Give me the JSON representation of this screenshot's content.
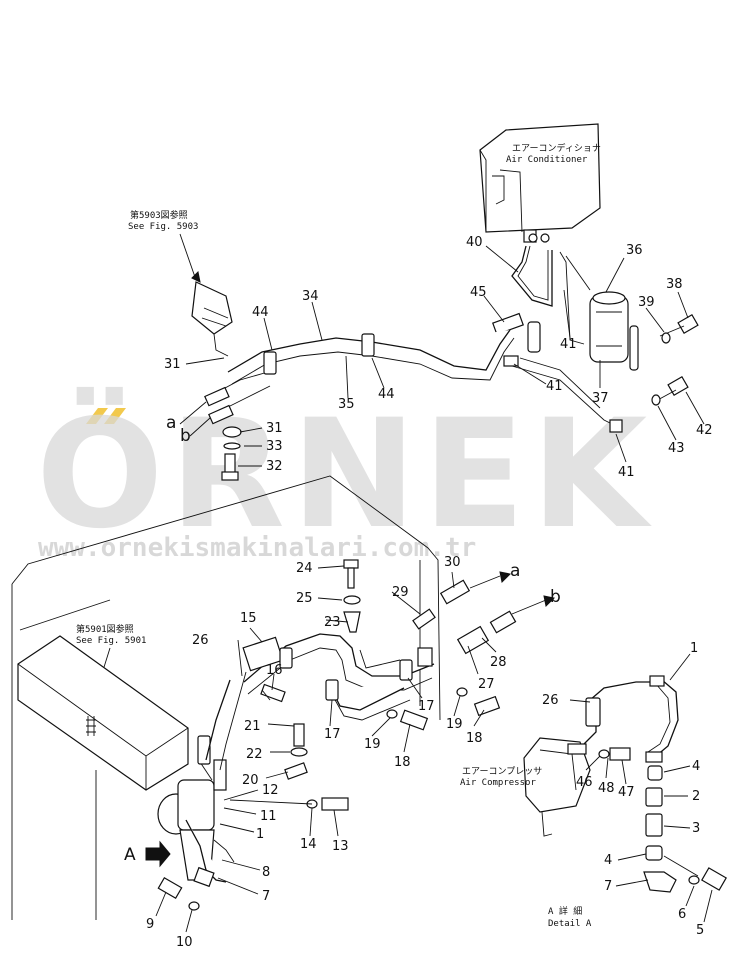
{
  "watermark": {
    "brand": "ÖRNEK",
    "url": "www.ornekismakinalari.com.tr",
    "accent_color": "#f2c94c"
  },
  "references": {
    "top_jp": "第5903図参照",
    "top_en": "See Fig. 5903",
    "left_jp": "第5901図参照",
    "left_en": "See Fig. 5901"
  },
  "components": {
    "air_conditioner_jp": "エアーコンディショナ",
    "air_conditioner_en": "Air Conditioner",
    "air_compressor_jp": "エアーコンプレッサ",
    "air_compressor_en": "Air Compressor",
    "detail_jp": "A 詳 細",
    "detail_en": "Detail A"
  },
  "connection_letters": {
    "a": "a",
    "b": "b",
    "A": "A"
  },
  "callouts": {
    "c40": "40",
    "c36": "36",
    "c38": "38",
    "c39": "39",
    "c45": "45",
    "c41_top": "41",
    "c41_mid": "41",
    "c41_low": "41",
    "c37": "37",
    "c42": "42",
    "c43": "43",
    "c34": "34",
    "c44_left": "44",
    "c44_right": "44",
    "c35": "35",
    "c31_top": "31",
    "c31_low": "31",
    "c33": "33",
    "c32": "32",
    "c24": "24",
    "c25": "25",
    "c30": "30",
    "c29": "29",
    "c23": "23",
    "c28": "28",
    "c27": "27",
    "c15": "15",
    "c26_left": "26",
    "c26_right": "26",
    "c16": "16",
    "c17_left": "17",
    "c17_right": "17",
    "c19_left": "19",
    "c19_right": "19",
    "c18_left": "18",
    "c18_right": "18",
    "c21": "21",
    "c22": "22",
    "c20": "20",
    "c12": "12",
    "c11": "11",
    "c14": "14",
    "c13": "13",
    "c1_left": "1",
    "c8": "8",
    "c7_left": "7",
    "c9": "9",
    "c10": "10",
    "c1_right": "1",
    "c4_top": "4",
    "c2": "2",
    "c3": "3",
    "c4_low": "4",
    "c7_right": "7",
    "c6": "6",
    "c5": "5",
    "c46": "46",
    "c48": "48",
    "c47": "47"
  }
}
